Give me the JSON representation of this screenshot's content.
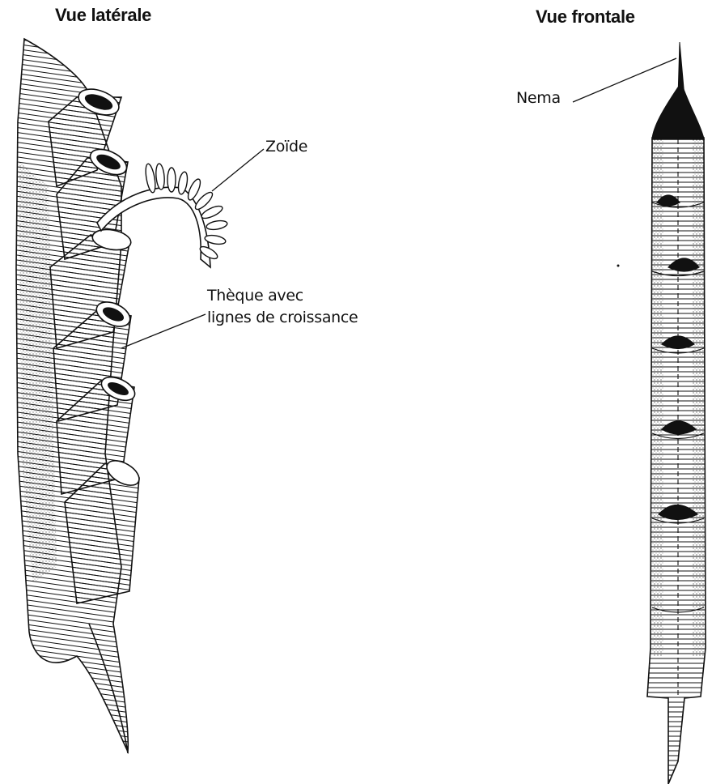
{
  "titles": {
    "left": "Vue latérale",
    "right": "Vue frontale"
  },
  "labels": {
    "zoide": "Zoïde",
    "theque_line1": "Thèque avec",
    "theque_line2": "lignes de croissance",
    "nema": "Nema"
  },
  "colors": {
    "ink": "#111111",
    "background": "#ffffff"
  }
}
